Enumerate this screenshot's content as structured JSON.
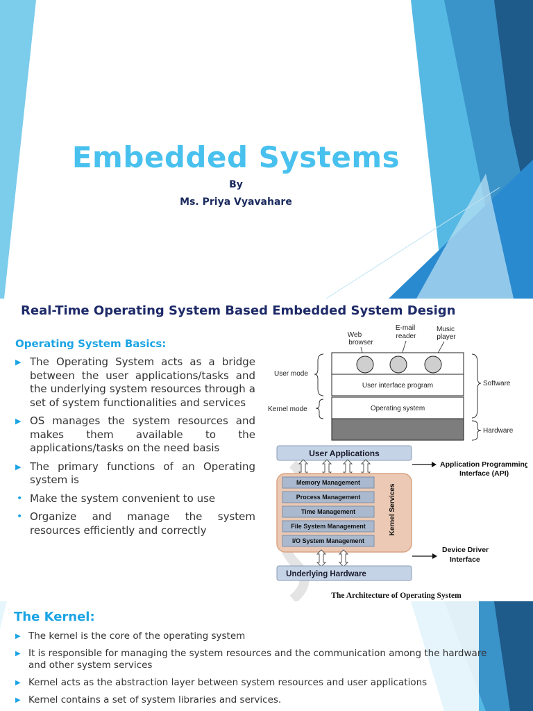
{
  "colors": {
    "accent": "#49c1ee",
    "navy": "#1e2a68",
    "sky": "#1ba4e4",
    "deep_blue": "#1e5a8a"
  },
  "slide1": {
    "title": "Embedded Systems",
    "by": "By",
    "author": "Ms. Priya Vyavahare"
  },
  "slide2": {
    "title": "Real-Time Operating System Based Embedded System Design",
    "subtitle": "Operating System Basics:",
    "bullets": [
      {
        "marker": "arrow",
        "text": "The Operating System acts as a bridge between the user applications/tasks and the underlying system resources through a set of system functionalities and services"
      },
      {
        "marker": "arrow",
        "text": "OS manages the system resources and makes them available to the applications/tasks on the need basis"
      },
      {
        "marker": "arrow",
        "text": "The primary functions of an Operating system is"
      },
      {
        "marker": "dot",
        "text": "Make the system convenient to use"
      },
      {
        "marker": "dot",
        "text": "Organize and manage the system resources efficiently and correctly"
      }
    ],
    "figure_modes": {
      "web_browser": [
        "Web",
        "browser"
      ],
      "email_reader": [
        "E-mail",
        "reader"
      ],
      "music_player": [
        "Music",
        "player"
      ],
      "user_mode": "User mode",
      "kernel_mode": "Kernel mode",
      "ui_program": "User interface program",
      "operating_system": "Operating system",
      "software": "Software",
      "hardware": "Hardware"
    },
    "figure_arch": {
      "user_applications": "User Applications",
      "api_line1": "Application Programming",
      "api_line2": "Interface (API)",
      "services": [
        "Memory Management",
        "Process Management",
        "Time Management",
        "File System Management",
        "I/O System Management"
      ],
      "kernel_services": "Kernel Services",
      "driver_line1": "Device Driver",
      "driver_line2": "Interface",
      "underlying_hardware": "Underlying Hardware",
      "caption": "The Architecture of Operating System"
    }
  },
  "slide3": {
    "title": "The Kernel:",
    "bullets": [
      "The kernel is the core of the operating system",
      "It is responsible for managing the system resources and the communication among the hardware and other system services",
      "Kernel acts as the abstraction layer between system resources and user applications",
      "Kernel contains a set of system libraries and services."
    ]
  }
}
